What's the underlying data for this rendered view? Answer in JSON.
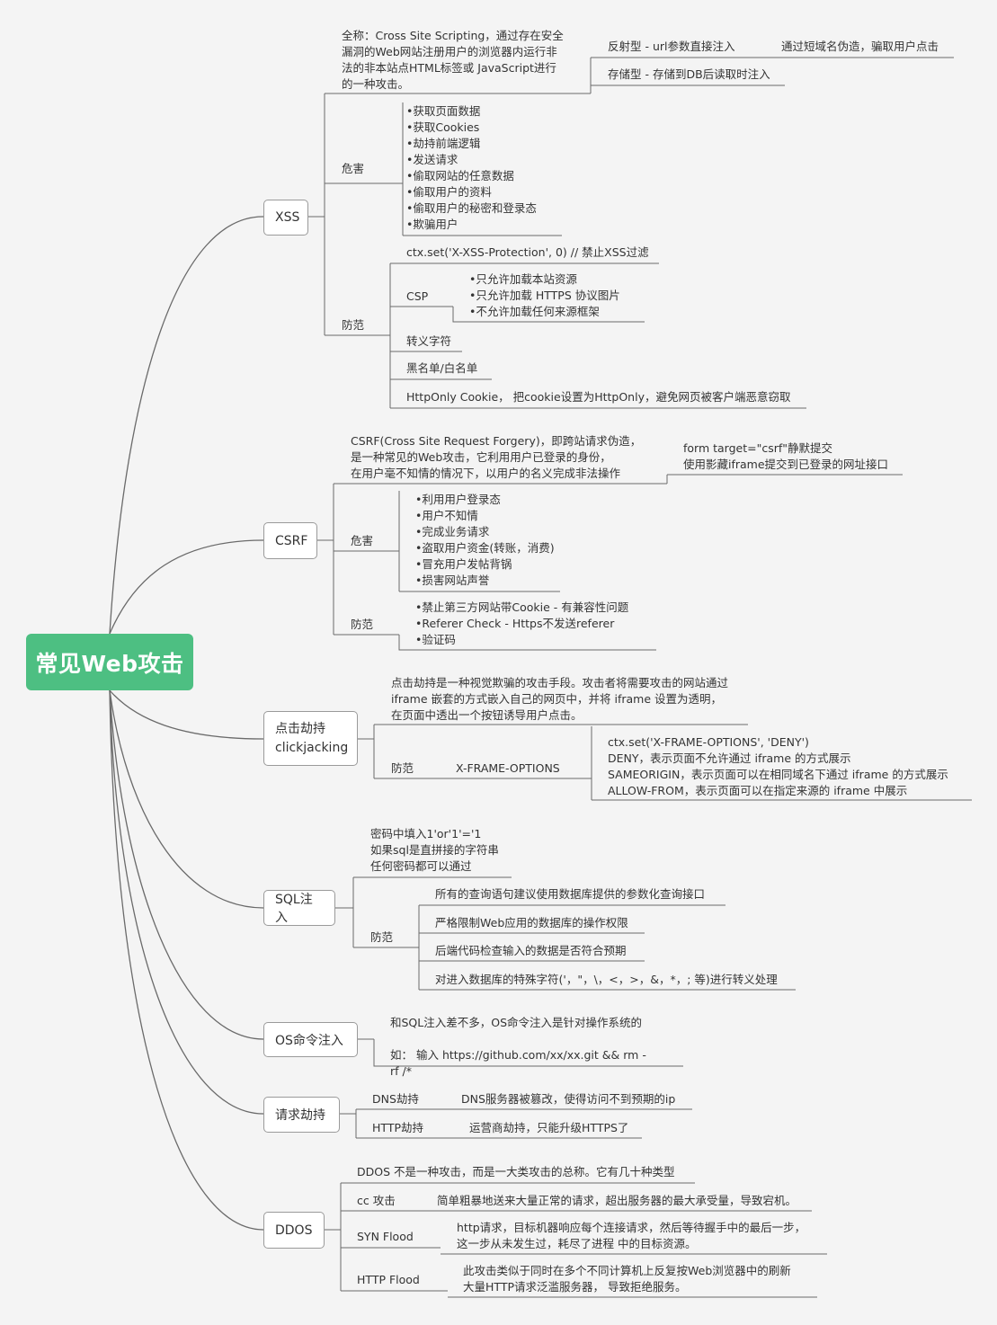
{
  "title": "常见Web攻击",
  "xss": {
    "label": "XSS",
    "desc": [
      "全称：Cross Site Scripting，通过存在安全",
      "漏洞的Web网站注册用户的浏览器内运行非",
      "法的非本站点HTML标签或 JavaScript进行",
      "的一种攻击。"
    ],
    "reflect": "反射型 - url参数直接注入",
    "reflect_note": "通过短域名伪造，骗取用户点击",
    "stored": "存储型 - 存储到DB后读取时注入",
    "harm_label": "危害",
    "harms": [
      "•获取页面数据",
      "•获取Cookies",
      "•劫持前端逻辑",
      "•发送请求",
      "•偷取网站的任意数据",
      "•偷取用户的资料",
      "•偷取用户的秘密和登录态",
      "•欺骗用户"
    ],
    "defense_label": "防范",
    "protection": "ctx.set('X-XSS-Protection', 0) // 禁止XSS过滤",
    "csp_label": "CSP",
    "csp_items": [
      "•只允许加载本站资源",
      "•只允许加载 HTTPS 协议图片",
      "•不允许加载任何来源框架"
    ],
    "escape": "转义字符",
    "blacklist": "黑名单/白名单",
    "httponly": "HttpOnly Cookie， 把cookie设置为HttpOnly，避免网页被客户端恶意窃取"
  },
  "csrf": {
    "label": "CSRF",
    "desc": [
      "CSRF(Cross Site Request Forgery)，即跨站请求伪造，",
      "是一种常见的Web攻击，它利用用户已登录的身份，",
      "在用户毫不知情的情况下，以用户的名义完成非法操作"
    ],
    "form": [
      "form target=\"csrf\"静默提交",
      "使用影藏iframe提交到已登录的网址接口"
    ],
    "harm_label": "危害",
    "harms": [
      "•利用用户登录态",
      "•用户不知情",
      "•完成业务请求",
      "•盗取用户资金(转账，消费)",
      "•冒充用户发帖背锅",
      "•损害网站声誉"
    ],
    "defense_label": "防范",
    "defenses": [
      "•禁止第三方网站带Cookie - 有兼容性问题",
      "•Referer Check - Https不发送referer",
      "•验证码"
    ]
  },
  "clickjacking": {
    "label": [
      "点击劫持",
      "clickjacking"
    ],
    "desc": [
      "点击劫持是一种视觉欺骗的攻击手段。攻击者将需要攻击的网站通过",
      "iframe 嵌套的方式嵌入自己的网页中，并将 iframe 设置为透明，",
      "在页面中透出一个按钮诱导用户点击。"
    ],
    "defense_label": "防范",
    "xfo": "X-FRAME-OPTIONS",
    "xfo_items": [
      "ctx.set('X-FRAME-OPTIONS', 'DENY')",
      "DENY，表示页面不允许通过 iframe 的方式展示",
      "SAMEORIGIN，表示页面可以在相同域名下通过 iframe 的方式展示",
      "ALLOW-FROM，表示页面可以在指定来源的 iframe 中展示"
    ]
  },
  "sql": {
    "label": "SQL注入",
    "desc": [
      "密码中填入1'or'1'='1",
      "如果sql是直拼接的字符串",
      "任何密码都可以通过"
    ],
    "defense_label": "防范",
    "defenses": [
      "所有的查询语句建议使用数据库提供的参数化查询接口",
      "严格限制Web应用的数据库的操作权限",
      "后端代码检查输入的数据是否符合预期",
      "对进入数据库的特殊字符('，\"，\\，<，>，&，*，; 等)进行转义处理"
    ]
  },
  "os": {
    "label": "OS命令注入",
    "lines": [
      "和SQL注入差不多，OS命令注入是针对操作系统的",
      "",
      "如： 输入 https://github.com/xx/xx.git && rm -",
      "rf /*"
    ]
  },
  "hijack": {
    "label": "请求劫持",
    "dns": "DNS劫持",
    "dns_note": "DNS服务器被篡改，使得访问不到预期的ip",
    "http": "HTTP劫持",
    "http_note": "运营商劫持，只能升级HTTPS了"
  },
  "ddos": {
    "label": "DDOS",
    "desc": "DDOS 不是一种攻击，而是一大类攻击的总称。它有几十种类型",
    "cc": "cc 攻击",
    "cc_note": "简单粗暴地送来大量正常的请求，超出服务器的最大承受量，导致宕机。",
    "syn": "SYN Flood",
    "syn_note": [
      "http请求，目标机器响应每个连接请求，然后等待握手中的最后一步，",
      "这一步从未发生过，耗尽了进程 中的目标资源。"
    ],
    "httpflood": "HTTP Flood",
    "httpflood_note": [
      "此攻击类似于同时在多个不同计算机上反复按Web浏览器中的刷新",
      "大量HTTP请求泛滥服务器， 导致拒绝服务。"
    ]
  },
  "colors": {
    "root": "#4dbf82",
    "line": "#666666"
  }
}
